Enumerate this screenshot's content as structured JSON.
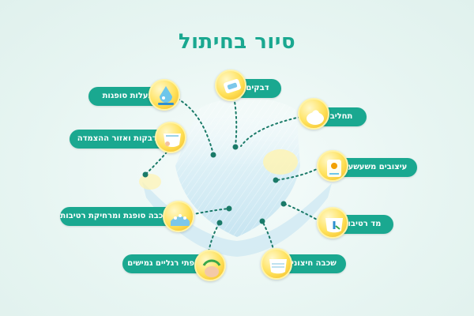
{
  "title": "סיור בחיתול",
  "features": {
    "sleeve": {
      "label": "תעלות סופגות"
    },
    "tabs": {
      "label": "דבקים"
    },
    "gel": {
      "label": "תחליב"
    },
    "waistband": {
      "label": "מדבקות ואזור ההצמדה"
    },
    "prints": {
      "label": "עיצובים משעשעים"
    },
    "dryness": {
      "label": "שכבה סופגת ומרחיקת רטיבות"
    },
    "indicator": {
      "label": "מד רטיבות"
    },
    "outer": {
      "label": "שכבה חיצונית"
    },
    "cuffs": {
      "label": "חפתי רגליים גמישים"
    }
  },
  "colors": {
    "accent": "#1aa890",
    "icon_fill": "#ffe15a",
    "dots": "#1a7a68"
  }
}
